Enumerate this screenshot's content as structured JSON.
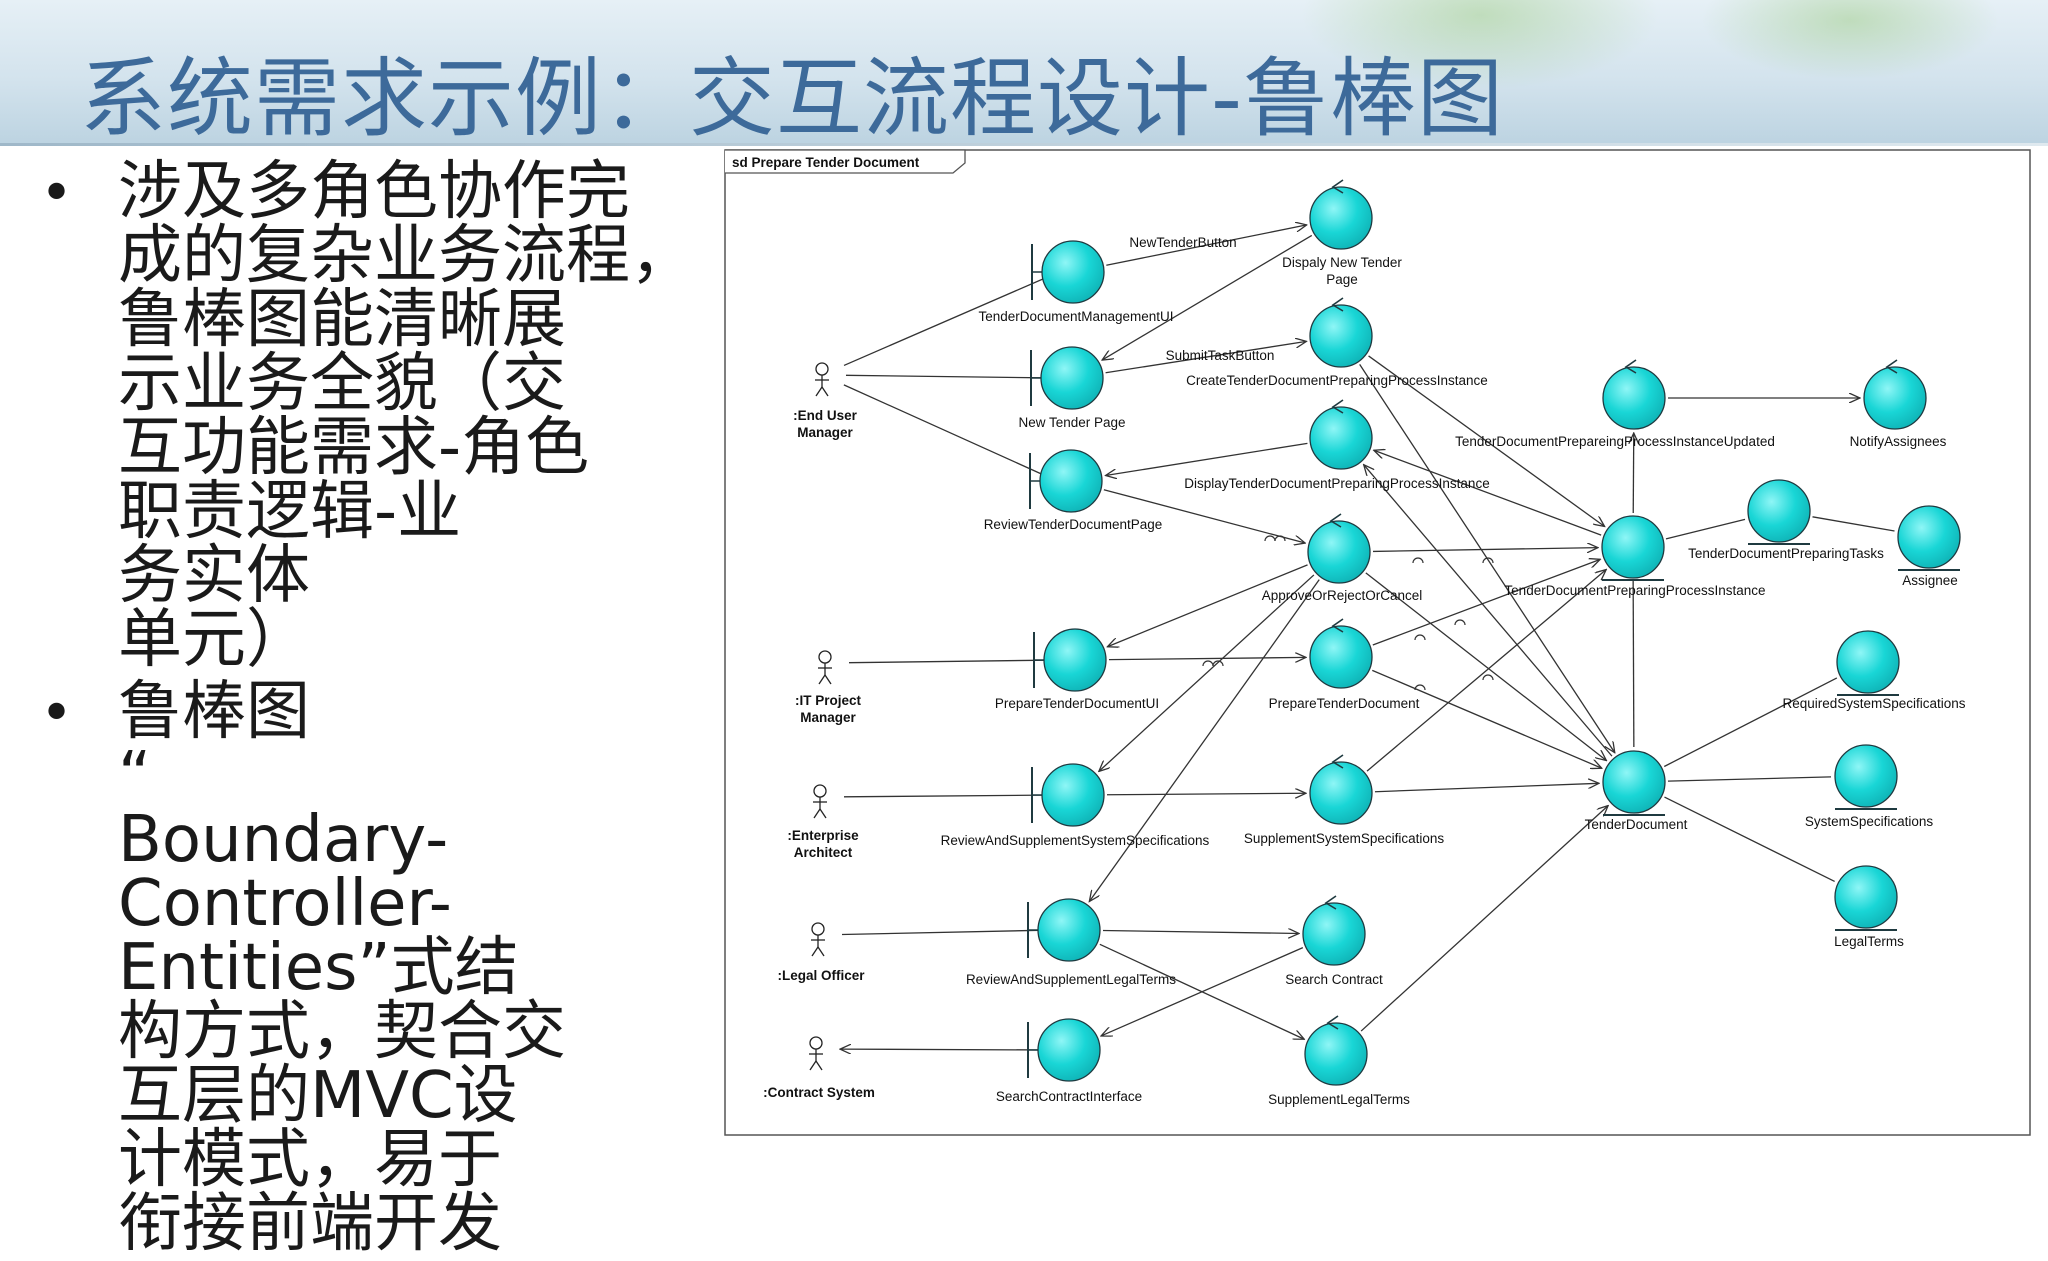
{
  "slide": {
    "title": "系统需求示例：交互流程设计-鲁棒图",
    "bullets": [
      "涉及多角色协作完成的复杂业务流程，鲁棒图能清晰展示业务全貌（交互功能需求-角色职责逻辑-业务实体单元）",
      "鲁棒图“Boundary-Controller-Entities”式结构方式，契合交互层的MVC设计模式，易于衔接前端开发"
    ]
  },
  "diagram": {
    "frame_title": "sd Prepare Tender Document",
    "actors": [
      {
        "id": "a_em",
        "lines": [
          ":End User",
          "Manager"
        ]
      },
      {
        "id": "a_it",
        "lines": [
          ":IT Project",
          "Manager"
        ]
      },
      {
        "id": "a_ea",
        "lines": [
          ":Enterprise",
          "Architect"
        ]
      },
      {
        "id": "a_lo",
        "lines": [
          ":Legal Officer"
        ]
      },
      {
        "id": "a_cs",
        "lines": [
          ":Contract System"
        ]
      }
    ],
    "boundaries": [
      {
        "id": "b_tdm",
        "label": "TenderDocumentManagementUI"
      },
      {
        "id": "b_ntp",
        "label": "New Tender Page"
      },
      {
        "id": "b_rtdp",
        "label": "ReviewTenderDocumentPage"
      },
      {
        "id": "b_ptdu",
        "label": "PrepareTenderDocumentUI"
      },
      {
        "id": "b_rsss",
        "label": "ReviewAndSupplementSystemSpecifications"
      },
      {
        "id": "b_rslt",
        "label": "ReviewAndSupplementLegalTerms"
      },
      {
        "id": "b_sci",
        "label": "SearchContractInterface"
      }
    ],
    "controls": [
      {
        "id": "c_dntp",
        "lines": [
          "Dispaly New Tender",
          "Page"
        ]
      },
      {
        "id": "c_ctdppi",
        "lines": [
          "CreateTenderDocumentPreparingProcessInstance"
        ]
      },
      {
        "id": "c_dtdppi",
        "lines": [
          "DisplayTenderDocumentPreparingProcessInstance"
        ]
      },
      {
        "id": "c_aorc",
        "lines": [
          "ApproveOrRejectOrCancel"
        ]
      },
      {
        "id": "c_ptd",
        "lines": [
          "PrepareTenderDocument"
        ]
      },
      {
        "id": "c_sss",
        "lines": [
          "SupplementSystemSpecifications"
        ]
      },
      {
        "id": "c_sc",
        "lines": [
          "Search Contract"
        ]
      },
      {
        "id": "c_slt",
        "lines": [
          "SupplementLegalTerms"
        ]
      },
      {
        "id": "c_tdppiu",
        "lines": [
          "TenderDocumentPrepareingProcessInstanceUpdated"
        ]
      },
      {
        "id": "c_na",
        "lines": [
          "NotifyAssignees"
        ]
      }
    ],
    "entities": [
      {
        "id": "e_tdppi",
        "label": "TenderDocumentPreparingProcessInstance"
      },
      {
        "id": "e_tdpt",
        "label": "TenderDocumentPreparingTasks"
      },
      {
        "id": "e_asg",
        "label": "Assignee"
      },
      {
        "id": "e_td",
        "label": "TenderDocument"
      },
      {
        "id": "e_rss",
        "label": "RequiredSystemSpecifications"
      },
      {
        "id": "e_ss",
        "label": "SystemSpecifications"
      },
      {
        "id": "e_lt",
        "label": "LegalTerms"
      }
    ],
    "message_labels": [
      {
        "id": "m_ntb",
        "text": "NewTenderButton"
      },
      {
        "id": "m_stb",
        "text": "SubmitTaskButton"
      }
    ],
    "colors": {
      "element_fill": "#19d6d6",
      "element_stroke": "#1f3a40",
      "line": "#333333",
      "frame": "#555555"
    }
  }
}
